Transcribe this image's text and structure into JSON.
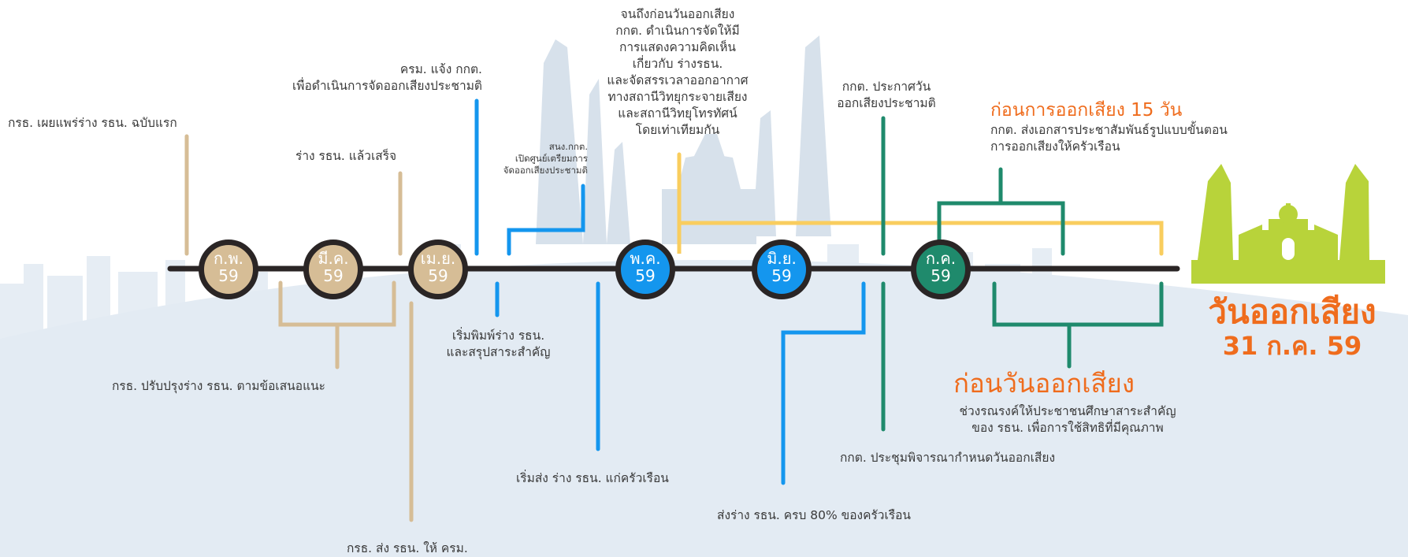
{
  "colors": {
    "tan": "#d6bd96",
    "blue": "#1496ee",
    "green": "#1f8a6c",
    "yellow": "#f9cd5e",
    "orange": "#ef6c1d",
    "lime": "#b8d33a",
    "dark": "#2a2525",
    "skyline": "#dde6ef"
  },
  "nodes": [
    {
      "month": "ก.พ.",
      "year": "59"
    },
    {
      "month": "มี.ค.",
      "year": "59"
    },
    {
      "month": "เม.ย.",
      "year": "59"
    },
    {
      "month": "พ.ค.",
      "year": "59"
    },
    {
      "month": "มิ.ย.",
      "year": "59"
    },
    {
      "month": "ก.ค.",
      "year": "59"
    }
  ],
  "events": {
    "publish_first_draft": "กรธ. เผยแพร่ร่าง รธน. ฉบับแรก",
    "draft_done": "ร่าง รธน. แล้วเสร็จ",
    "cabinet_notify_1": "ครม. แจ้ง กกต.",
    "cabinet_notify_2": "เพื่อดำเนินการจัดออกเสียงประชามติ",
    "ect_office_1": "สนง.กกต.",
    "ect_office_2": "เปิดศูนย์เตรียมการ",
    "ect_office_3": "จัดออกเสียงประชามติ",
    "until_vote_1": "จนถึงก่อนวันออกเสียง",
    "until_vote_2": "กกต. ดำเนินการจัดให้มี",
    "until_vote_3": "การแสดงความคิดเห็น",
    "until_vote_4": "เกี่ยวกับ ร่างรธน.",
    "until_vote_5": "และจัดสรรเวลาออกอากาศ",
    "until_vote_6": "ทางสถานีวิทยุกระจายเสียง",
    "until_vote_7": "และสถานีวิทยุโทรทัศน์",
    "until_vote_8": "โดยเท่าเทียมกัน",
    "ect_announce_1": "กกต. ประกาศวัน",
    "ect_announce_2": "ออกเสียงประชามติ",
    "improve_draft": "กรธ. ปรับปรุงร่าง รธน. ตามข้อเสนอแนะ",
    "send_to_cabinet": "กรธ. ส่ง รธน. ให้ ครม.",
    "start_print_1": "เริ่มพิมพ์ร่าง รธน.",
    "start_print_2": "และสรุปสาระสำคัญ",
    "start_send": "เริ่มส่ง ร่าง รธน. แก่ครัวเรือน",
    "send_80": "ส่งร่าง รธน. ครบ 80% ของครัวเรือน",
    "ect_meeting": "กกต. ประชุมพิจารณากำหนดวันออกเสียง"
  },
  "before_15_days": {
    "title": "ก่อนการออกเสียง 15 วัน",
    "line1": "กกต. ส่งเอกสารประชาสัมพันธ์รูปแบบขั้นตอน",
    "line2": "การออกเสียงให้ครัวเรือน"
  },
  "before_vote_day": {
    "title": "ก่อนวันออกเสียง",
    "line1": "ช่วงรณรงค์ให้ประชาชนศึกษาสาระสำคัญ",
    "line2": "ของ รธน. เพื่อการใช้สิทธิที่มีคุณภาพ"
  },
  "vote_day": {
    "title": "วันออกเสียง",
    "date": "31 ก.ค. 59"
  },
  "icons": [
    "skyline-background",
    "democracy-monument-icon"
  ]
}
